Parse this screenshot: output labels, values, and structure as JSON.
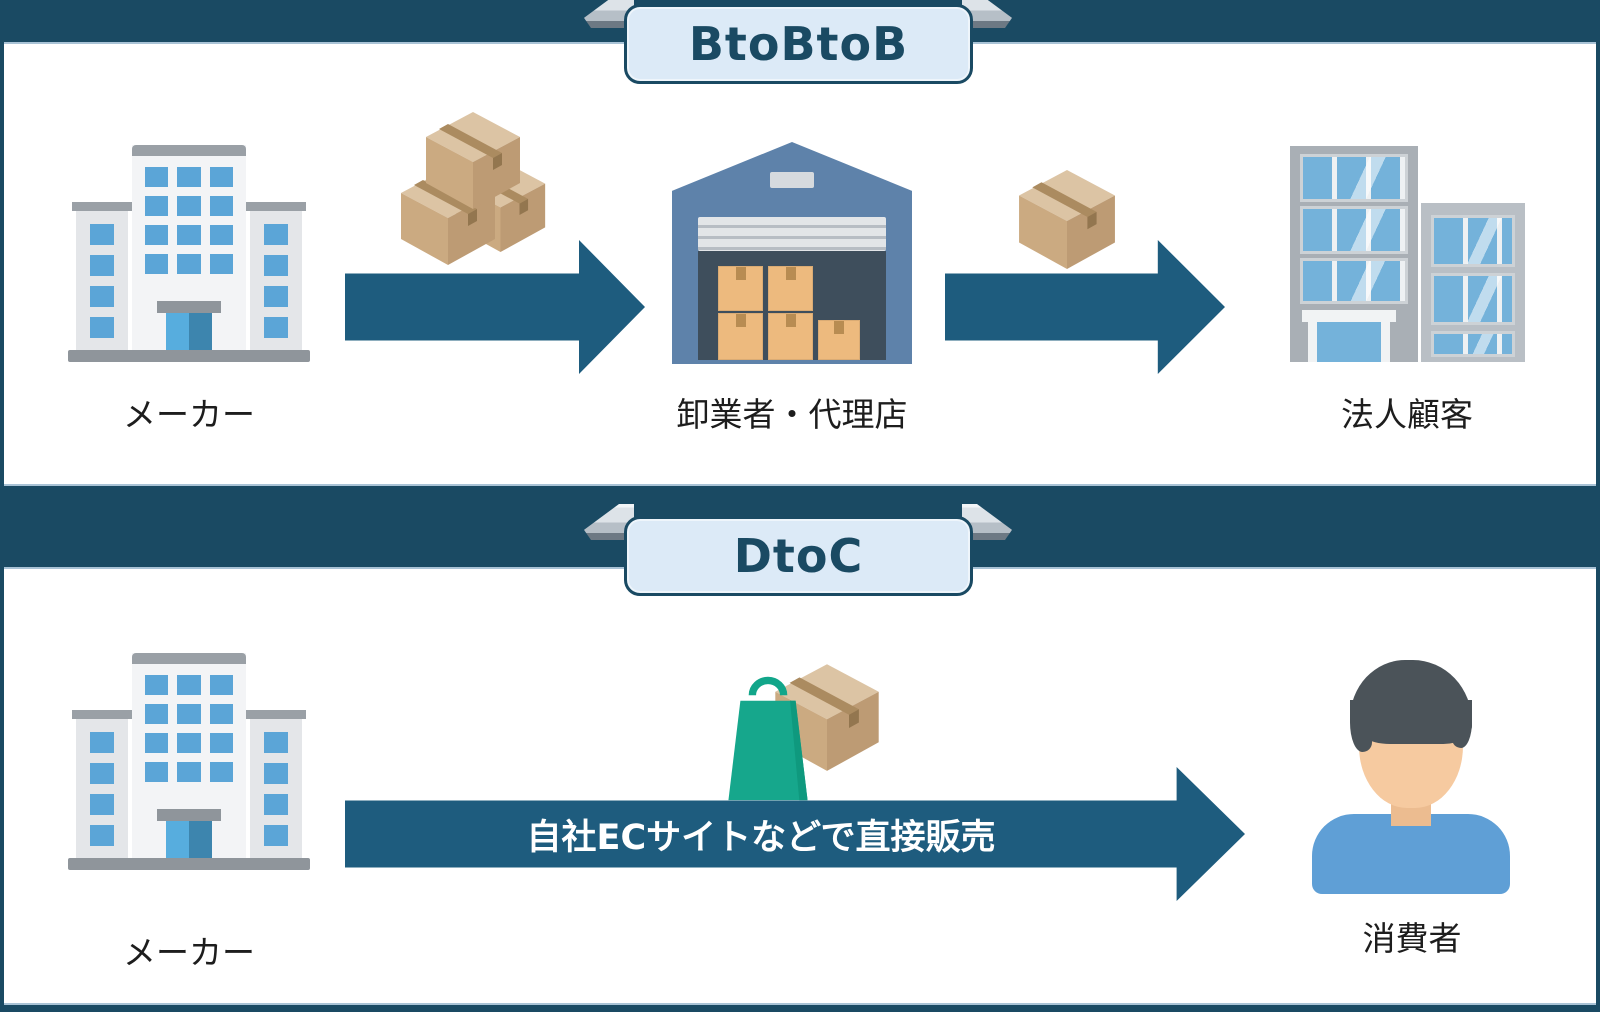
{
  "sections": [
    {
      "title": "BtoBtoB",
      "nodes": [
        {
          "label": "メーカー",
          "icon": "office-building-icon"
        },
        {
          "label": "卸業者・代理店",
          "icon": "warehouse-icon"
        },
        {
          "label": "法人顧客",
          "icon": "corporate-building-icon"
        }
      ]
    },
    {
      "title": "DtoC",
      "nodes": [
        {
          "label": "メーカー",
          "icon": "office-building-icon"
        },
        {
          "label": "消費者",
          "icon": "consumer-person-icon"
        }
      ],
      "arrow_label": "自社ECサイトなどで直接販売"
    }
  ],
  "colors": {
    "band_navy": "#1A4A63",
    "arrow_teal": "#1E5C7E",
    "label_box_fill": "#DCEAF7",
    "label_box_border": "#1A4A63",
    "panel_white": "#FFFFFF",
    "cardboard_tan": "#D8BF9E",
    "bag_green": "#16A78C",
    "warehouse_blue": "#5E82AA"
  }
}
